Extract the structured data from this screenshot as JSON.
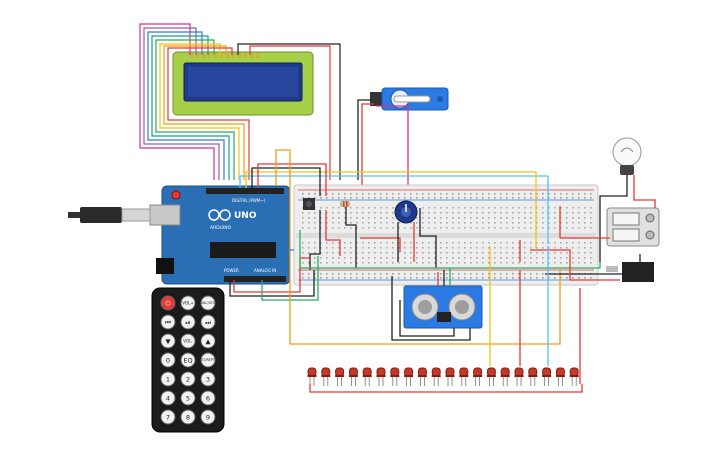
{
  "arduino": {
    "brand": "ARDUINO",
    "model": "UNO",
    "digital_label": "DIGITAL (PWM~)",
    "power_label": "POWER",
    "analog_label": "ANALOG IN"
  },
  "remote": {
    "buttons": [
      {
        "id": "power",
        "label": "⏻",
        "color": "#e53935"
      },
      {
        "id": "vol_up",
        "label": "VOL+"
      },
      {
        "id": "func_stop",
        "label": "FUNC/STOP"
      },
      {
        "id": "prev",
        "label": "⏮"
      },
      {
        "id": "play_pause",
        "label": "⏯"
      },
      {
        "id": "next",
        "label": "⏭"
      },
      {
        "id": "down",
        "label": "▼"
      },
      {
        "id": "vol_down",
        "label": "VOL-"
      },
      {
        "id": "up",
        "label": "▲"
      },
      {
        "id": "zero",
        "label": "0"
      },
      {
        "id": "eq",
        "label": "EQ"
      },
      {
        "id": "st_rept",
        "label": "ST/REPT"
      },
      {
        "id": "one",
        "label": "1"
      },
      {
        "id": "two",
        "label": "2"
      },
      {
        "id": "three",
        "label": "3"
      },
      {
        "id": "four",
        "label": "4"
      },
      {
        "id": "five",
        "label": "5"
      },
      {
        "id": "six",
        "label": "6"
      },
      {
        "id": "seven",
        "label": "7"
      },
      {
        "id": "eight",
        "label": "8"
      },
      {
        "id": "nine",
        "label": "9"
      }
    ]
  },
  "led_count": 20,
  "colors": {
    "wire_red": "#e53935",
    "wire_black": "#222222",
    "wire_orange": "#f39c12",
    "wire_yellow": "#f1c40f",
    "wire_green": "#27ae60",
    "wire_teal": "#16a085",
    "wire_purple": "#9b59b6",
    "wire_magenta": "#d63384",
    "wire_blue": "#2c7be5",
    "wire_cyan": "#4fc3f7",
    "wire_pink": "#e91e63",
    "wire_brown": "#8d6e63",
    "board_blue": "#2a6fb3",
    "lcd_green": "#a7d04a",
    "lcd_screen": "#1f3a8a"
  }
}
